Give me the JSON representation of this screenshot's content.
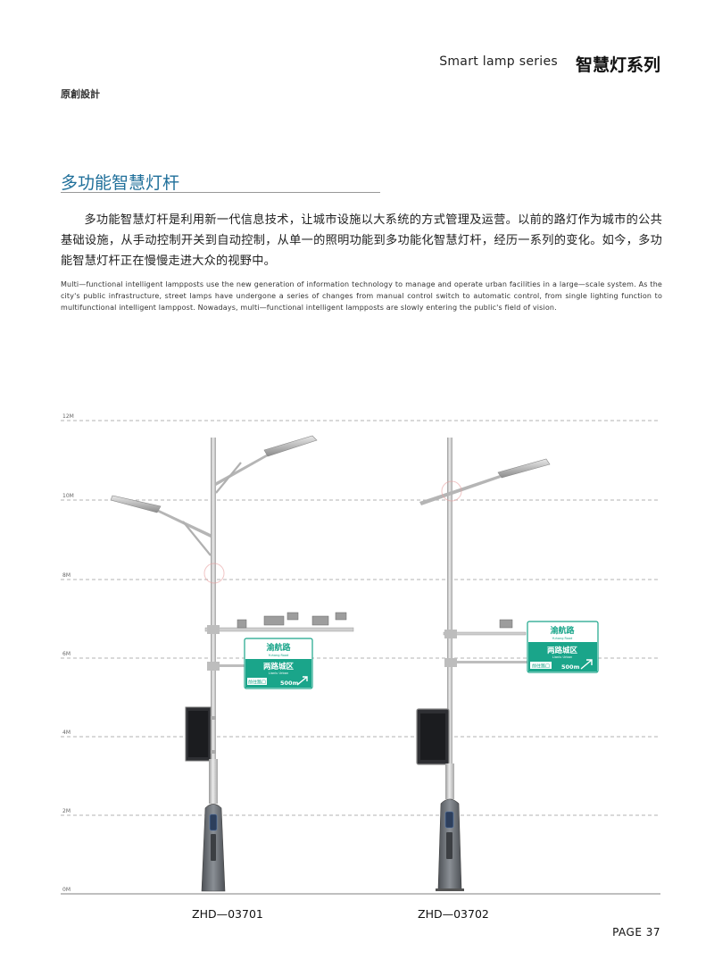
{
  "header": {
    "series_en": "Smart lamp series",
    "series_cn": "智慧灯系列",
    "original_design": "原創設計"
  },
  "section": {
    "title": "多功能智慧灯杆",
    "body_cn": "多功能智慧灯杆是利用新一代信息技术，让城市设施以大系统的方式管理及运营。以前的路灯作为城市的公共基础设施，从手动控制开关到自动控制，从单一的照明功能到多功能化智慧灯杆，经历一系列的变化。如今，多功能智慧灯杆正在慢慢走进大众的视野中。",
    "body_en": "Multi—functional intelligent lampposts use the new generation of information technology to manage and operate urban facilities in a large—scale system. As the city's public infrastructure, street lamps have undergone a series of changes from manual control switch to automatic control, from single lighting function to multifunctional intelligent lamppost. Nowadays, multi—functional intelligent lampposts are slowly entering the public's field of vision."
  },
  "height_scale": {
    "marks": [
      "12M",
      "10M",
      "8M",
      "6M",
      "4M",
      "2M",
      "0M"
    ]
  },
  "road_sign": {
    "top_name": "渝航路",
    "top_pinyin": "Yuhang Road",
    "bottom_name": "两路城区",
    "bottom_pinyin": "Lianlu Urban",
    "exit_label": "前往路口",
    "distance": "500m"
  },
  "colors": {
    "section_title": "#1f6f9a",
    "sign_green": "#1aa58a",
    "pole_gray": "#c8c8c8",
    "base_dark": "#6f7378"
  },
  "products": [
    {
      "model": "ZHD—03701"
    },
    {
      "model": "ZHD—03702"
    }
  ],
  "footer": {
    "page": "PAGE 37"
  }
}
